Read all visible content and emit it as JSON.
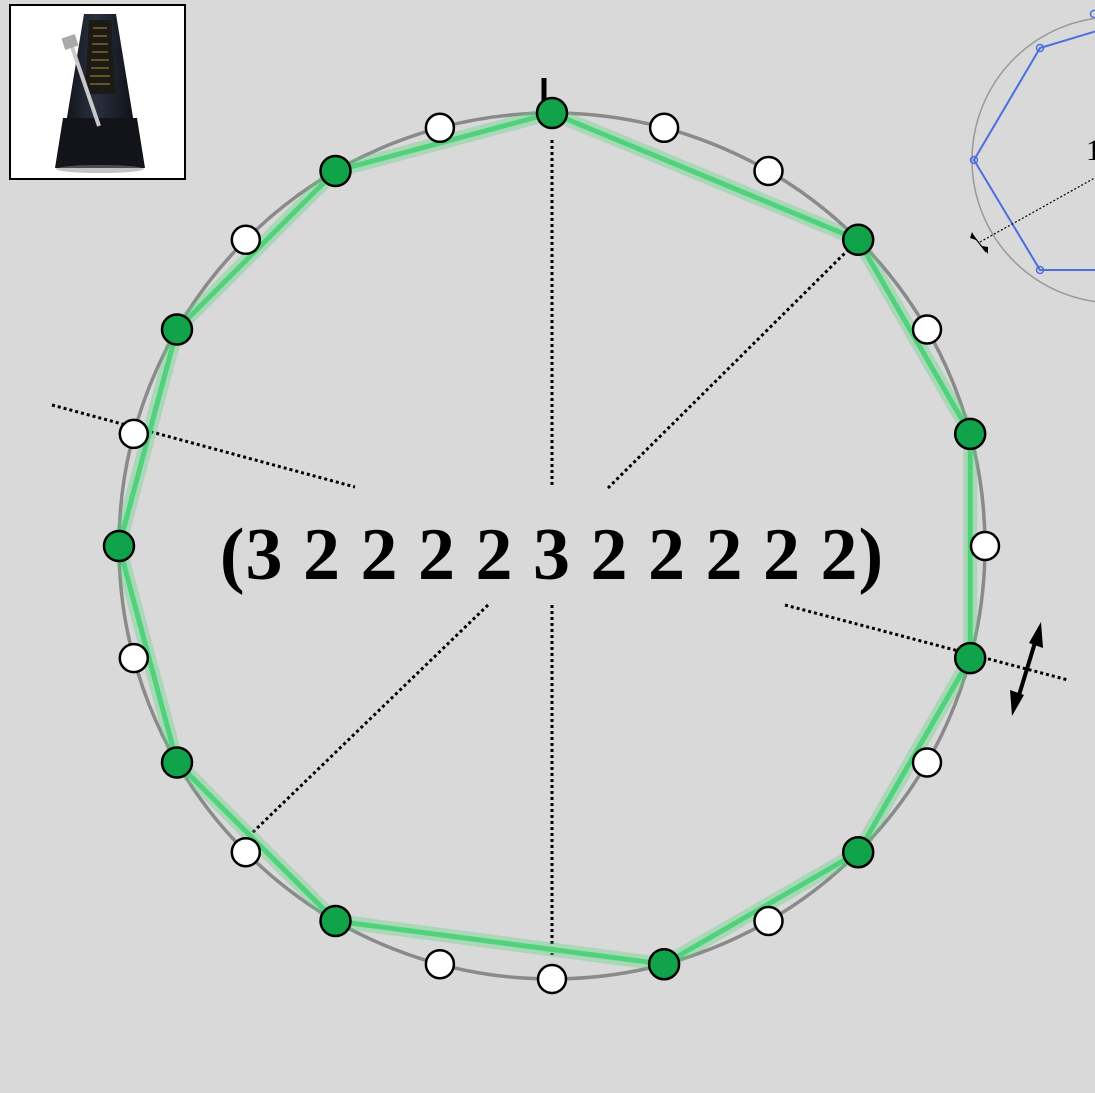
{
  "necklace": {
    "sequence_text": "(3 2 2 2 2 3 2 2 2 2 2)",
    "intervals": [
      3,
      2,
      2,
      2,
      2,
      3,
      2,
      2,
      2,
      2,
      2
    ],
    "total_pulses": 24,
    "onset_color": "#10a34a",
    "polygon_color": "#4fd37a"
  },
  "thumbnail": {
    "icon": "metronome-icon"
  },
  "inset": {
    "label": "1",
    "color": "#4a6fe0"
  },
  "colors": {
    "background": "#d9d9d9",
    "circle": "#8a8a8a"
  }
}
